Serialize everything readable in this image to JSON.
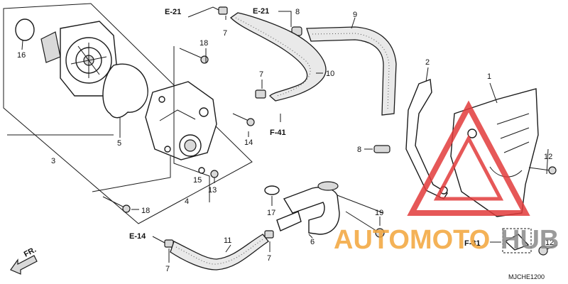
{
  "callouts": {
    "p1": "1",
    "p2": "2",
    "p3": "3",
    "p4": "4",
    "p5": "5",
    "p6": "6",
    "p7a": "7",
    "p7b": "7",
    "p7c": "7",
    "p7d": "7",
    "p8a": "8",
    "p8b": "8",
    "p9": "9",
    "p10": "10",
    "p11": "11",
    "p12a": "12",
    "p12b": "12",
    "p13": "13",
    "p14": "14",
    "p15": "15",
    "p16": "16",
    "p17": "17",
    "p18a": "18",
    "p18b": "18",
    "p19": "19"
  },
  "refs": {
    "e21a": "E-21",
    "e21b": "E-21",
    "f41": "F-41",
    "e14": "E-14",
    "f31": "F-31"
  },
  "direction": "FR.",
  "diagram_code": "MJCHE1200",
  "watermark": {
    "text_orange": "AUTOMOTO",
    "text_gray": "HUB",
    "color_red": "#e23b3b",
    "color_orange": "#f3a53a",
    "color_gray": "#8a8a8a"
  }
}
